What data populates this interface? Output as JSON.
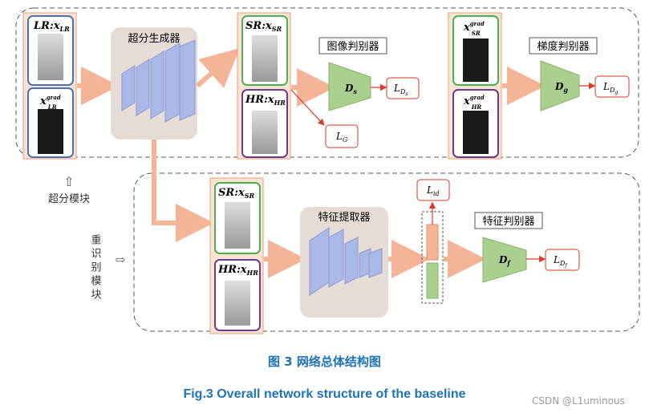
{
  "super_resolution_module": {
    "lr_label": "LR",
    "lr_sub": "LR",
    "grad_sup": "grad",
    "grad_sub": "LR",
    "generator_title": "超分生成器",
    "sr_label": "SR",
    "sr_sub": "SR",
    "hr_label": "HR",
    "hr_sub": "HR",
    "image_discriminator_title": "图像判别器",
    "ds_sub": "s",
    "lds_sub": "D",
    "lds_subsub": "s",
    "lg_sub": "G",
    "grad_sr_sup": "grad",
    "grad_sr_sub": "SR",
    "grad_hr_sup": "grad",
    "grad_hr_sub": "HR",
    "gradient_discriminator_title": "梯度判别器",
    "dg_sub": "g",
    "ldg_sub": "D",
    "ldg_subsub": "g",
    "module_name": "超分模块"
  },
  "reid_module": {
    "module_name": "重识别模块",
    "sr_label": "SR",
    "sr_sub": "SR",
    "hr_label": "HR",
    "hr_sub": "HR",
    "extractor_title": "特征提取器",
    "lid_sub": "id",
    "feature_discriminator_title": "特征判别器",
    "df_sub": "f",
    "ldf_sub": "D",
    "ldf_subsub": "f"
  },
  "captions": {
    "cn": "图 3  网络总体结构图",
    "en": "Fig.3  Overall network structure of the baseline"
  },
  "watermark": "CSDN @L1uminous",
  "colors": {
    "blue_frame": "#4c6fb5",
    "green_frame": "#4caf50",
    "purple_frame": "#6b3a8e",
    "orange_panel": "#fbe3d4",
    "orange_border": "#e8a07a",
    "arrow": "#f3b497",
    "red": "#d93a2b",
    "disc_green": "#a9d08e",
    "block_blue": "#aab8e8",
    "caption_blue": "#1e73b8"
  }
}
